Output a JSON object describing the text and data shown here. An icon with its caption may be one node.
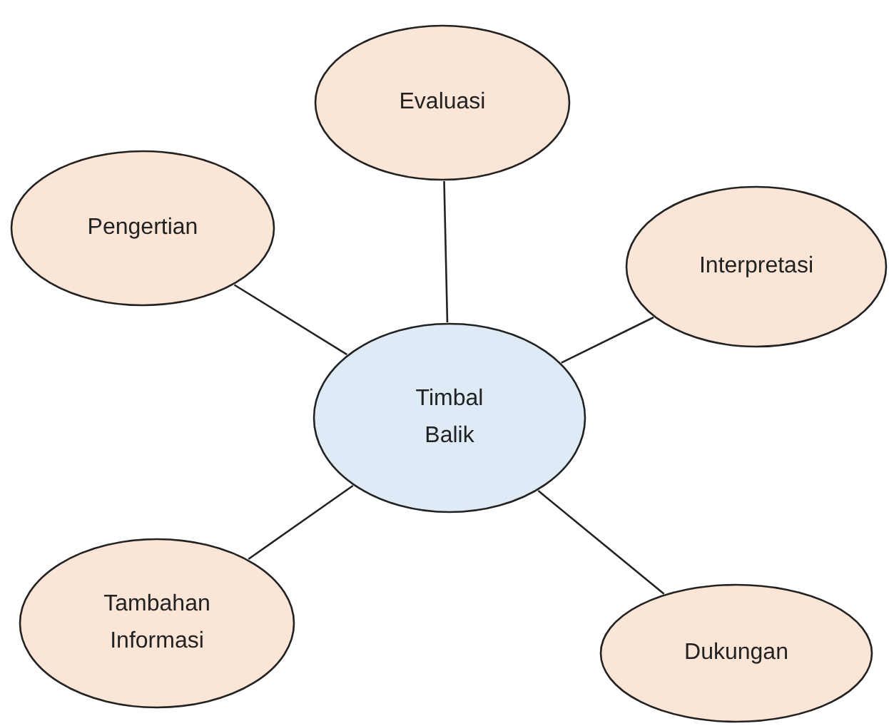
{
  "diagram": {
    "nodes": [
      {
        "text": [
          "Evaluasi"
        ]
      },
      {
        "text": [
          "Pengertian"
        ]
      },
      {
        "text": [
          "Interpretasi"
        ]
      },
      {
        "text": [
          "Timbal Balik"
        ]
      },
      {
        "text": [
          "Tambahan Informasi"
        ]
      },
      {
        "text": [
          "Dukungan"
        ]
      }
    ],
    "edges": [
      {
        "from": 3,
        "to": 0,
        "arrow": "none"
      },
      {
        "from": 3,
        "to": 1,
        "arrow": "none"
      },
      {
        "from": 3,
        "to": 2,
        "arrow": "none"
      },
      {
        "from": 3,
        "to": 4,
        "arrow": "none"
      },
      {
        "from": 3,
        "to": 5,
        "arrow": "none"
      }
    ]
  }
}
